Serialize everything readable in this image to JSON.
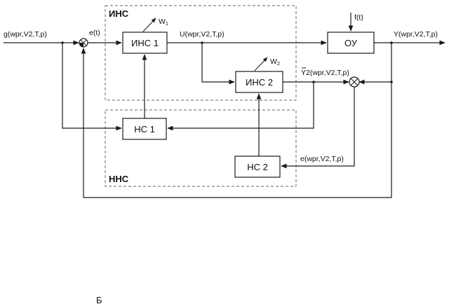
{
  "groups": {
    "ins_label": "ИНС",
    "nns_label": "ННС"
  },
  "blocks": {
    "ins1": "ИНС 1",
    "ins2": "ИНС 2",
    "ns1": "НС 1",
    "ns2": "НС 2",
    "ou": "ОУ"
  },
  "signals": {
    "input": "g(wpr,V2,T,p)",
    "error_e": "e(t)",
    "control_u": "U(wpr,V2,T,p)",
    "disturbance": "f(t)",
    "output_y": "Y(wpr,V2,T,p)",
    "model_y2": "Y2(wpr,V2,T,p)",
    "model_error": "e(wpr,V2,T,p)",
    "w1_main": "W",
    "w1_sub": "1",
    "w2_main": "W",
    "w2_sub": "2"
  },
  "footer_mark": "Б"
}
